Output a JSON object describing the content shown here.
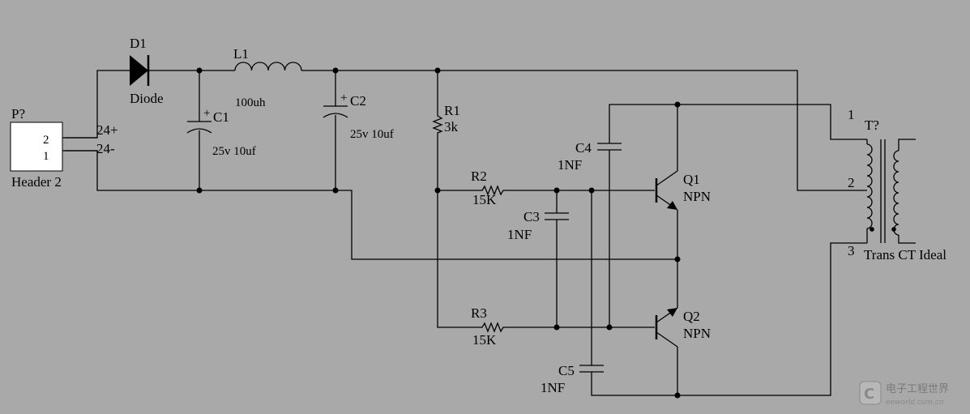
{
  "colors": {
    "background": "#a9a9a9",
    "ink": "#000000",
    "connector_fill": "#ffffff",
    "watermark": "#7a7a7a"
  },
  "connector": {
    "designator": "P?",
    "pin2": "2",
    "pin1": "1",
    "name": "Header 2",
    "net_plus": "24+",
    "net_minus": "24-"
  },
  "diode": {
    "designator": "D1",
    "name": "Diode"
  },
  "inductor": {
    "designator": "L1",
    "value": "100uh"
  },
  "c1": {
    "designator": "C1",
    "value": "25v 10uf",
    "polarity": "+"
  },
  "c2": {
    "designator": "C2",
    "value": "25v 10uf",
    "polarity": "+"
  },
  "r1": {
    "designator": "R1",
    "value": "3k"
  },
  "r2": {
    "designator": "R2",
    "value": "15K"
  },
  "r3": {
    "designator": "R3",
    "value": "15K"
  },
  "c3": {
    "designator": "C3",
    "value": "1NF"
  },
  "c4": {
    "designator": "C4",
    "value": "1NF"
  },
  "c5": {
    "designator": "C5",
    "value": "1NF"
  },
  "q1": {
    "designator": "Q1",
    "type": "NPN"
  },
  "q2": {
    "designator": "Q2",
    "type": "NPN"
  },
  "transformer": {
    "designator": "T?",
    "name": "Trans CT Ideal",
    "pin1": "1",
    "pin2": "2",
    "pin3": "3"
  },
  "watermark": {
    "title": "电子工程世界",
    "url": "eeworld.com.cn"
  }
}
